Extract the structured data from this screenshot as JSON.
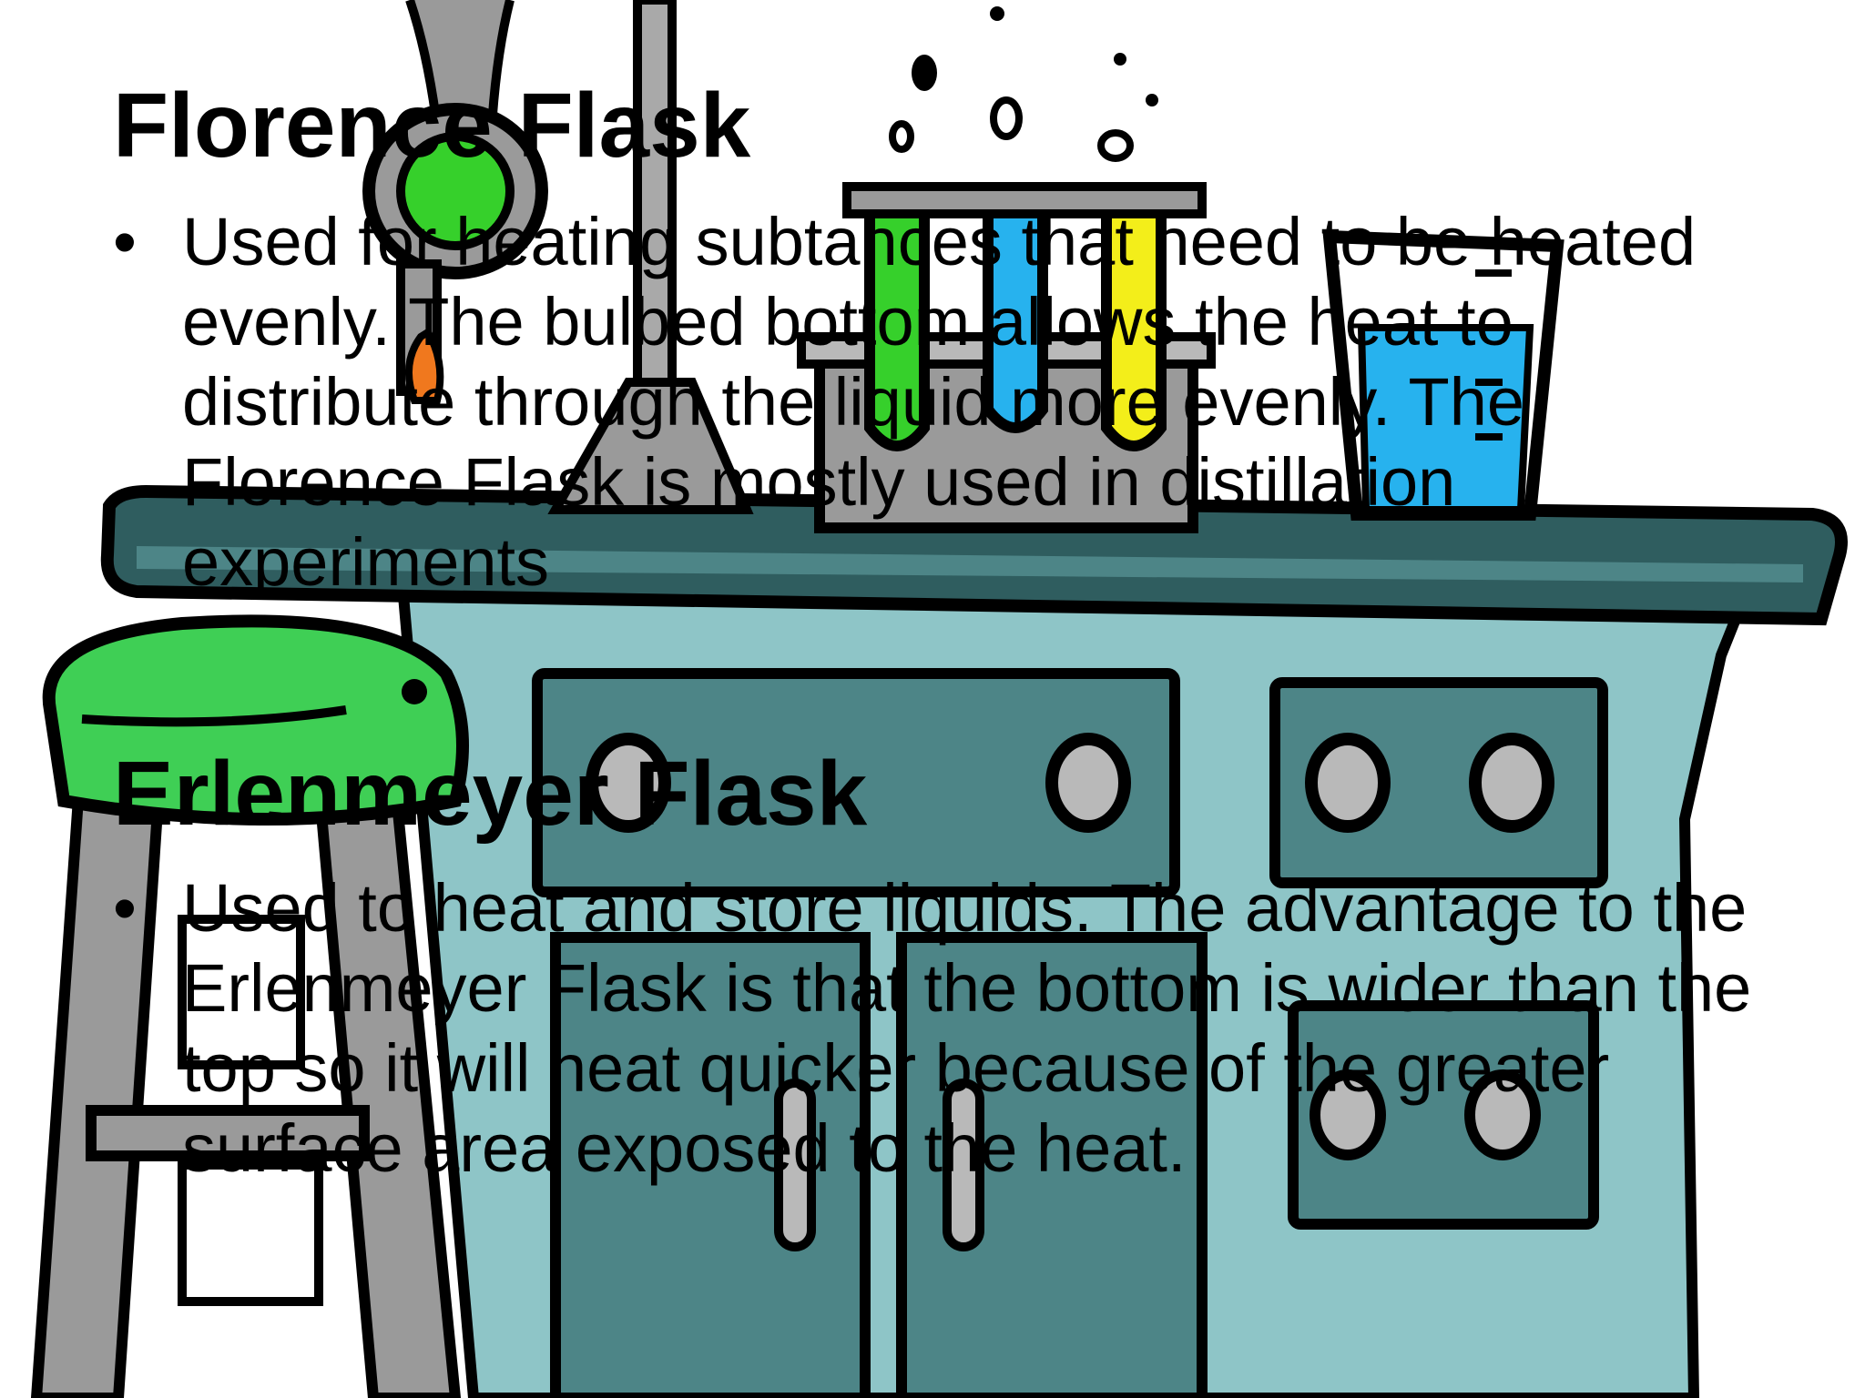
{
  "slide": {
    "sections": [
      {
        "heading": "Florence Flask",
        "bullet_marker": "•",
        "bullet_text": "Used for heating subtances that need to be heated evenly. The bulbed bottom allows the heat to distribute through the liquid more evenly. The Florence Flask is mostly used in distillation experiments"
      },
      {
        "heading": "Erlenmeyer Flask",
        "bullet_marker": "•",
        "bullet_text": "Used to heat and store liquids. The advantage to the Erlenmeyer Flask is that the bottom is wider than the top so it will heat quicker because of the greater surface area exposed to the heat."
      }
    ]
  },
  "background": {
    "description_icon": "science-lab-clipart",
    "colors": {
      "counter_top": "#2f5d5f",
      "cabinet": "#8ec5c7",
      "panel": "#4d8587",
      "stool_seat": "#3fcf55",
      "tube_green": "#36d02b",
      "tube_blue": "#27b2ee",
      "tube_yellow": "#f3ee1a",
      "flame": "#f0781e",
      "outline": "#000000"
    }
  }
}
